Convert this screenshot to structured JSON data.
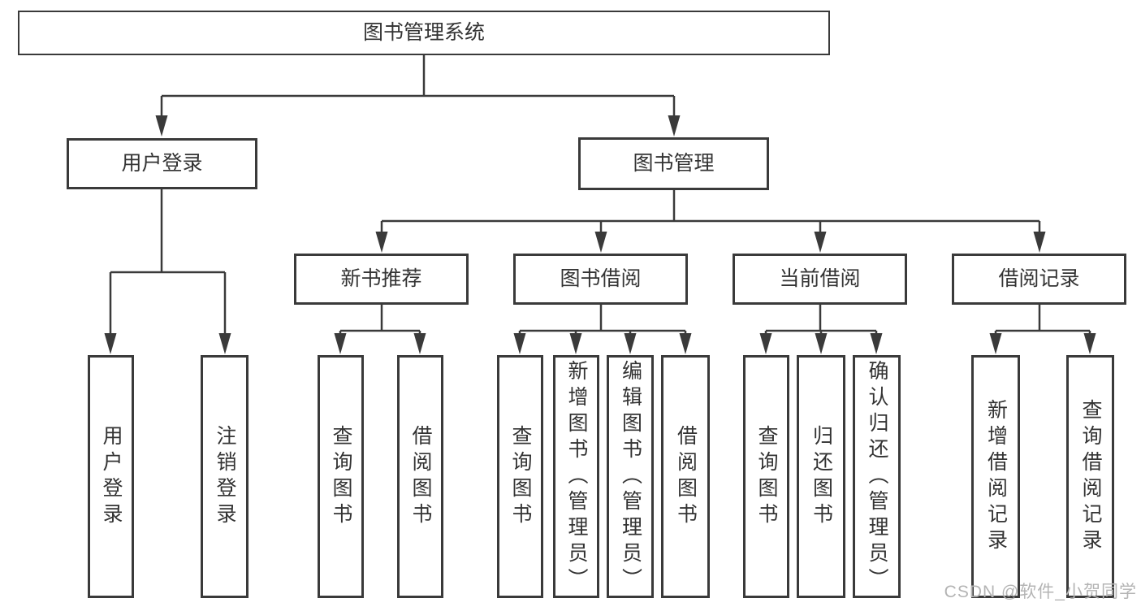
{
  "diagram": {
    "type": "hierarchy-tree",
    "watermark": "CSDN @软件_小贺同学",
    "colors": {
      "stroke": "#3a3a3a",
      "text": "#333333",
      "background": "#ffffff",
      "watermark": "#b4b4b4"
    },
    "nodes": {
      "root": {
        "label": "图书管理系统"
      },
      "level1": [
        {
          "label": "用户登录",
          "parent": "图书管理系统"
        },
        {
          "label": "图书管理",
          "parent": "图书管理系统"
        }
      ],
      "level2": [
        {
          "label": "新书推荐",
          "parent": "图书管理"
        },
        {
          "label": "图书借阅",
          "parent": "图书管理"
        },
        {
          "label": "当前借阅",
          "parent": "图书管理"
        },
        {
          "label": "借阅记录",
          "parent": "图书管理"
        }
      ],
      "leaves": [
        {
          "label": "用户登录",
          "parent": "用户登录"
        },
        {
          "label": "注销登录",
          "parent": "用户登录"
        },
        {
          "label": "查询图书",
          "parent": "新书推荐"
        },
        {
          "label": "借阅图书",
          "parent": "新书推荐"
        },
        {
          "label": "查询图书",
          "parent": "图书借阅"
        },
        {
          "label": "新增图书（管理员）",
          "parent": "图书借阅"
        },
        {
          "label": "编辑图书（管理员）",
          "parent": "图书借阅"
        },
        {
          "label": "借阅图书",
          "parent": "图书借阅"
        },
        {
          "label": "查询图书",
          "parent": "当前借阅"
        },
        {
          "label": "归还图书",
          "parent": "当前借阅"
        },
        {
          "label": "确认归还（管理员）",
          "parent": "当前借阅"
        },
        {
          "label": "新增借阅记录",
          "parent": "借阅记录"
        },
        {
          "label": "查询借阅记录",
          "parent": "借阅记录"
        }
      ]
    }
  }
}
